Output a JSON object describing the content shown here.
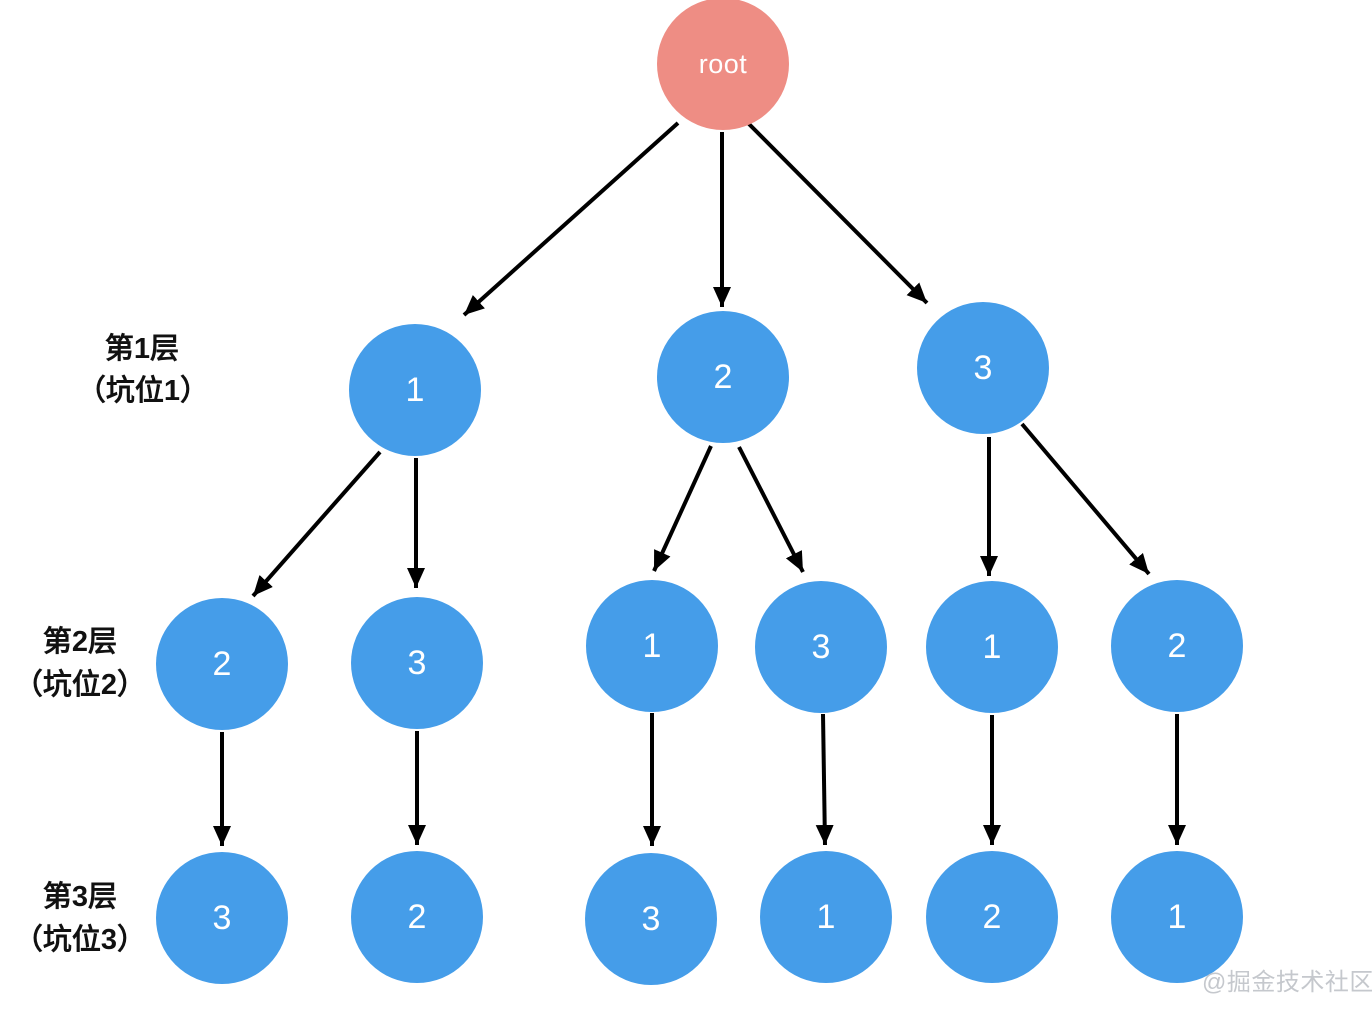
{
  "diagram": {
    "type": "tree",
    "root": {
      "label": "root"
    },
    "levels": [
      {
        "row_label": {
          "line1": "第1层",
          "line2": "（坑位1）"
        },
        "nodes": [
          "1",
          "2",
          "3"
        ]
      },
      {
        "row_label": {
          "line1": "第2层",
          "line2": "（坑位2）"
        },
        "nodes": [
          "2",
          "3",
          "1",
          "3",
          "1",
          "2"
        ]
      },
      {
        "row_label": {
          "line1": "第3层",
          "line2": "（坑位3）"
        },
        "nodes": [
          "3",
          "2",
          "3",
          "1",
          "2",
          "1"
        ]
      }
    ],
    "edges": [
      {
        "from": "root",
        "to": "L1-1"
      },
      {
        "from": "root",
        "to": "L1-2"
      },
      {
        "from": "root",
        "to": "L1-3"
      },
      {
        "from": "L1-1",
        "to": "L2-1"
      },
      {
        "from": "L1-1",
        "to": "L2-2"
      },
      {
        "from": "L1-2",
        "to": "L2-3"
      },
      {
        "from": "L1-2",
        "to": "L2-4"
      },
      {
        "from": "L1-3",
        "to": "L2-5"
      },
      {
        "from": "L1-3",
        "to": "L2-6"
      },
      {
        "from": "L2-1",
        "to": "L3-1"
      },
      {
        "from": "L2-2",
        "to": "L3-2"
      },
      {
        "from": "L2-3",
        "to": "L3-3"
      },
      {
        "from": "L2-4",
        "to": "L3-4"
      },
      {
        "from": "L2-5",
        "to": "L3-5"
      },
      {
        "from": "L2-6",
        "to": "L3-6"
      }
    ],
    "colors": {
      "root_node_fill": "#ee8d84",
      "child_node_fill": "#459de9",
      "node_text": "#ffffff",
      "label_text": "#111111",
      "arrow": "#000000",
      "watermark_text": "#c5c8cd",
      "background": "#ffffff"
    },
    "watermark": "@掘金技术社区"
  }
}
